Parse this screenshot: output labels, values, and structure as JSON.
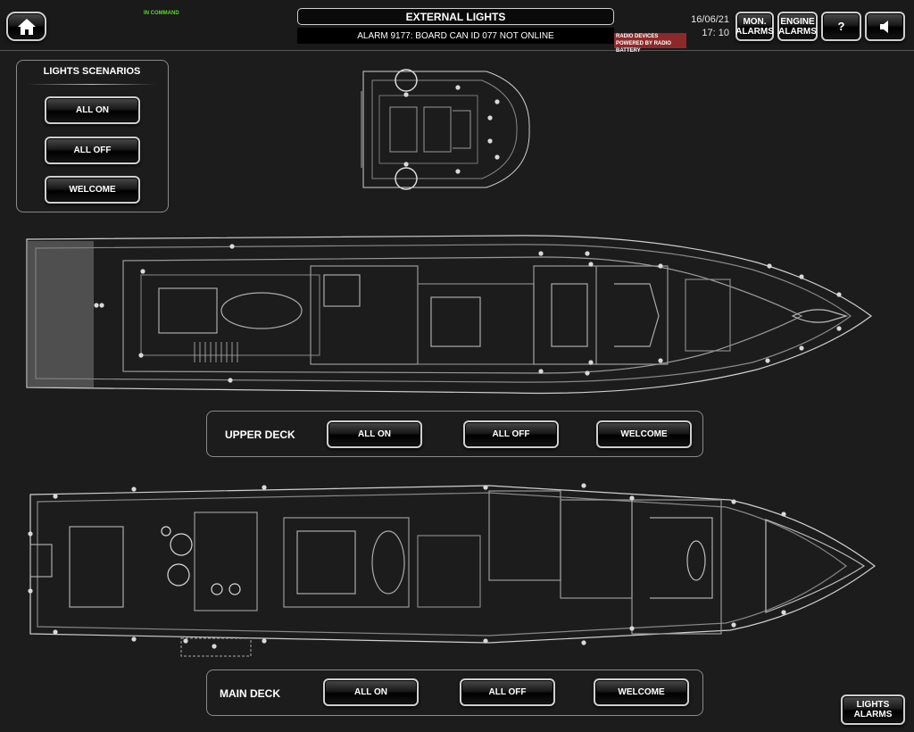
{
  "header": {
    "status": "IN COMMAND",
    "title": "EXTERNAL LIGHTS",
    "alarm": "ALARM 9177: BOARD CAN ID 077 NOT ONLINE",
    "radio_note": "RADIO DEVICES POWERED BY RADIO BATTERY",
    "date": "16/06/21",
    "time": "17: 10",
    "mon_alarms": "MON. ALARMS",
    "engine_alarms": "ENGINE ALARMS",
    "help": "?"
  },
  "scenarios": {
    "title": "LIGHTS SCENARIOS",
    "buttons": [
      "ALL ON",
      "ALL OFF",
      "WELCOME"
    ]
  },
  "upper_deck": {
    "label": "UPPER DECK",
    "buttons": [
      "ALL ON",
      "ALL OFF",
      "WELCOME"
    ]
  },
  "main_deck": {
    "label": "MAIN DECK",
    "buttons": [
      "ALL ON",
      "ALL OFF",
      "WELCOME"
    ]
  },
  "footer": {
    "lights_alarms": "LIGHTS ALARMS"
  },
  "colors": {
    "status_green": "#59d62a",
    "alarm_red": "#8c2a2a",
    "background": "#1c1c1c"
  },
  "icons": [
    "home-icon",
    "speaker-icon"
  ]
}
